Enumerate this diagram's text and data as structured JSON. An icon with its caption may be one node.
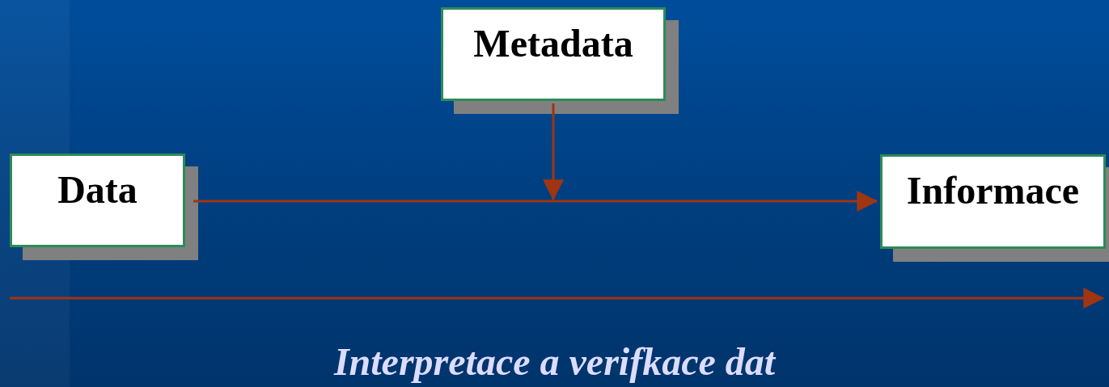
{
  "diagram": {
    "nodes": [
      {
        "text": [
          "Data"
        ]
      },
      {
        "text": [
          "Metadata"
        ]
      },
      {
        "text": [
          "Informace"
        ]
      }
    ],
    "edges": [
      {
        "from": 0,
        "to": 2,
        "arrow": "to"
      },
      {
        "from": 1,
        "to": null,
        "arrow": "to"
      }
    ],
    "labels": [
      "Interpretace a verifkace dat"
    ]
  }
}
